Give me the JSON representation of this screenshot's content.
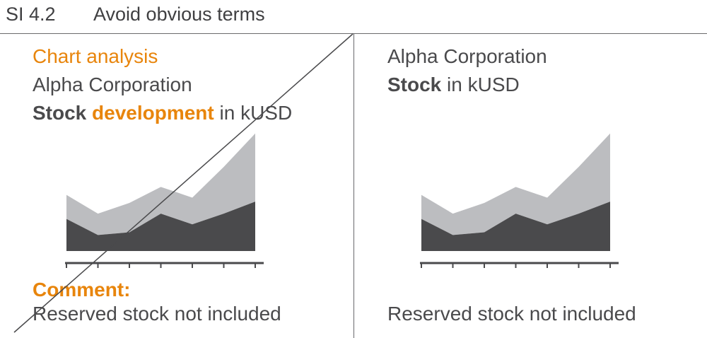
{
  "header": {
    "code": "SI 4.2",
    "title": "Avoid obvious terms"
  },
  "left": {
    "title_prefix": "Chart analysis",
    "company": "Alpha Corporation",
    "metric_bold": "Stock",
    "metric_highlight": "development",
    "metric_suffix": " in kUSD",
    "comment_label": "Comment:",
    "comment_text": "Reserved stock not included"
  },
  "right": {
    "company": "Alpha Corporation",
    "metric_bold": "Stock",
    "metric_suffix": " in kUSD",
    "comment_text": "Reserved stock not included"
  },
  "colors": {
    "accent": "#e8850c",
    "text": "#4a4a4c",
    "series_total": "#bcbdc0",
    "series_base": "#4a4a4c",
    "axis": "#4a4a4c",
    "strike": "#4a4a4c"
  },
  "chart_data": {
    "type": "area",
    "stacked": true,
    "x": [
      1,
      2,
      3,
      4,
      5,
      6,
      7
    ],
    "series": [
      {
        "values": [
          24,
          12,
          14,
          28,
          20,
          28,
          37
        ]
      },
      {
        "values": [
          18,
          16,
          22,
          20,
          20,
          35,
          51
        ]
      }
    ],
    "ylim": [
      0,
      90
    ],
    "grid": false,
    "legend": "none"
  }
}
